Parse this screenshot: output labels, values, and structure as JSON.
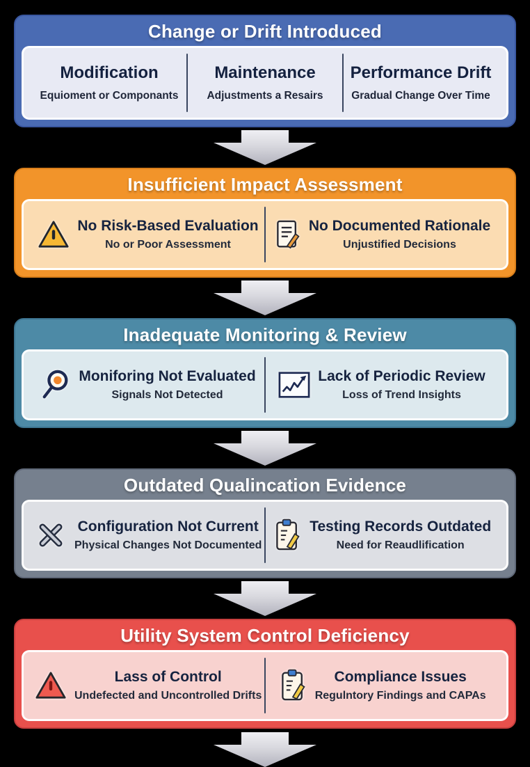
{
  "page": {
    "background": "#000000",
    "connector_icon": "down-block-arrow",
    "connector_color": "#c9c9d2"
  },
  "stages": [
    {
      "title": "Change or Drift Introduced",
      "header_color": "#4a6bb3",
      "panel_color": "#e8eaf4",
      "items": [
        {
          "title": "Modification",
          "subtitle": "Equioment or Componants"
        },
        {
          "title": "Maintenance",
          "subtitle": "Adjustments a Resairs"
        },
        {
          "title": "Performance Drift",
          "subtitle": "Gradual Change Over Time"
        }
      ]
    },
    {
      "title": "Insufficient Impact Assessment",
      "header_color": "#f2942a",
      "panel_color": "#fbdcb2",
      "items": [
        {
          "icon": "warning-triangle-icon",
          "title": "No Risk-Based Evaluation",
          "subtitle": "No or Poor Assessment"
        },
        {
          "icon": "document-pencil-icon",
          "title": "No Documented Rationale",
          "subtitle": "Unjustified Decisions"
        }
      ]
    },
    {
      "title": "Inadequate Monitoring & Review",
      "header_color": "#4d8aa6",
      "panel_color": "#dde9ee",
      "items": [
        {
          "icon": "magnifier-icon",
          "title": "Moniforing Not Evaluated",
          "subtitle": "Signals Not Detected"
        },
        {
          "icon": "line-chart-icon",
          "title": "Lack of Periodic Review",
          "subtitle": "Loss of Trend Insights"
        }
      ]
    },
    {
      "title": "Outdated Qualincation Evidence",
      "header_color": "#76808e",
      "panel_color": "#dddfe4",
      "items": [
        {
          "icon": "crossed-tools-icon",
          "title": "Configuration Not Current",
          "subtitle": "Physical Changes Not Documented"
        },
        {
          "icon": "clipboard-pencil-icon",
          "title": "Testing Records Outdated",
          "subtitle": "Need for Reaudlification"
        }
      ]
    },
    {
      "title": "Utility System Control Deficiency",
      "header_color": "#e8504c",
      "panel_color": "#f8d2cf",
      "items": [
        {
          "icon": "red-warning-triangle-icon",
          "title": "Lass of Control",
          "subtitle": "Undefected and Uncontrolled Drifts"
        },
        {
          "icon": "clipboard-pencil-icon",
          "title": "Compliance Issues",
          "subtitle": "Regulntory Findings and CAPAs"
        }
      ]
    }
  ]
}
